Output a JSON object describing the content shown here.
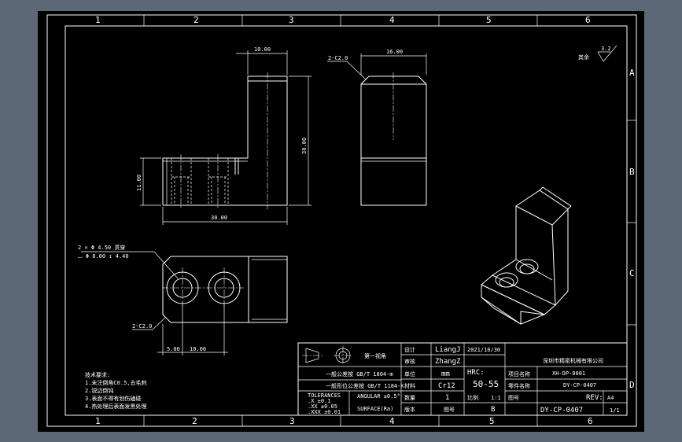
{
  "columns": [
    "1",
    "2",
    "3",
    "4",
    "5",
    "6"
  ],
  "rows": [
    "A",
    "B",
    "C",
    "D"
  ],
  "dimensions": {
    "top_width": "10.00",
    "height_overall": "30.00",
    "height_small": "11.00",
    "width_overall": "30.00",
    "side_width": "16.00",
    "chamfer_side": "2-C2.0",
    "chamfer_plan": "2-C2.0",
    "hole_spacing_1": "5.00",
    "hole_spacing_2": "10.00",
    "hole_note_1": "2 × Φ 4.50 贯穿",
    "hole_note_2": "⌴ Φ 8.00 ↧ 4.40"
  },
  "roughness": {
    "label": "其余",
    "value": "3.2"
  },
  "title_block": {
    "projection_label": "第一视角",
    "note_1": "一般公差按 GB/T 1804-m",
    "note_2": "一般形位公差按 GB/T 1184-K",
    "tolerances": [
      "TOLERANCES",
      ".X  ±0.1",
      ".XX ±0.05",
      ".XXX ±0.01"
    ],
    "angular": "ANGULAR ±0.5°",
    "surface": "SURFACE(Ra)",
    "design_label": "设计",
    "design_value": "LiangJ",
    "date_value": "2021/10/30",
    "check_label": "审核",
    "check_value": "ZhangZ",
    "unit_label": "单位",
    "unit_value": "mm",
    "hardness_label": "HRC:",
    "hardness_value": "50-55",
    "material_label": "材料",
    "material_value": "Cr12",
    "qty_label": "数量",
    "qty_value": "1",
    "scale_label": "比例",
    "scale_value": "1:1",
    "version_label": "版本",
    "version_value": "B",
    "company": "深圳市精密机械有限公司",
    "project_label": "项目名称",
    "project_value": "XH-DP-0001",
    "part_label": "零件名称",
    "part_value": "DY-CP-0407",
    "drawing_label": "图号",
    "drawing_value": "DY-CP-0407",
    "rev_label": "REV:",
    "size_value": "A4",
    "sheet_value": "1/1"
  },
  "notes": [
    "技术要求:",
    "1.未注倒角C0.5,去毛刺",
    "2.锐边倒钝",
    "3.表面不得有划伤磕碰",
    "4.热处理后表面发黑处理"
  ]
}
